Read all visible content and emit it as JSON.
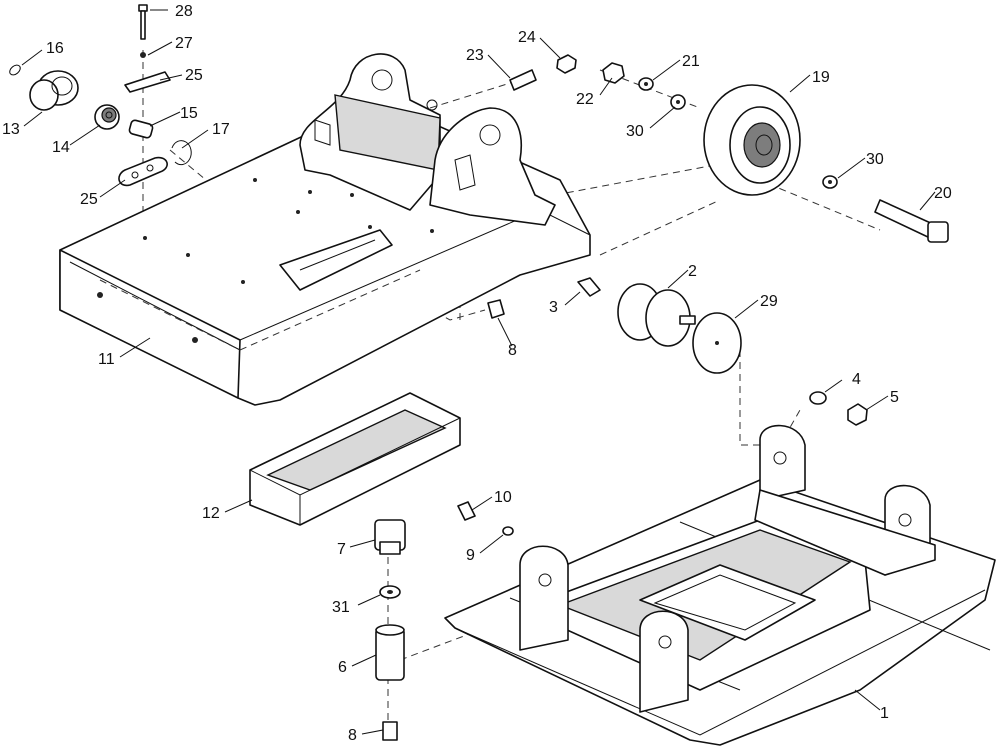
{
  "callouts": {
    "p1": "1",
    "p2": "2",
    "p3": "3",
    "p4": "4",
    "p5": "5",
    "p6": "6",
    "p7": "7",
    "p8a": "8",
    "p8b": "8",
    "p9": "9",
    "p10": "10",
    "p11": "11",
    "p12": "12",
    "p13": "13",
    "p14": "14",
    "p15": "15",
    "p16": "16",
    "p17": "17",
    "p19": "19",
    "p20": "20",
    "p21": "21",
    "p22": "22",
    "p23": "23",
    "p24": "24",
    "p25a": "25",
    "p25b": "25",
    "p27": "27",
    "p28": "28",
    "p29": "29",
    "p30a": "30",
    "p30b": "30",
    "p31": "31"
  }
}
